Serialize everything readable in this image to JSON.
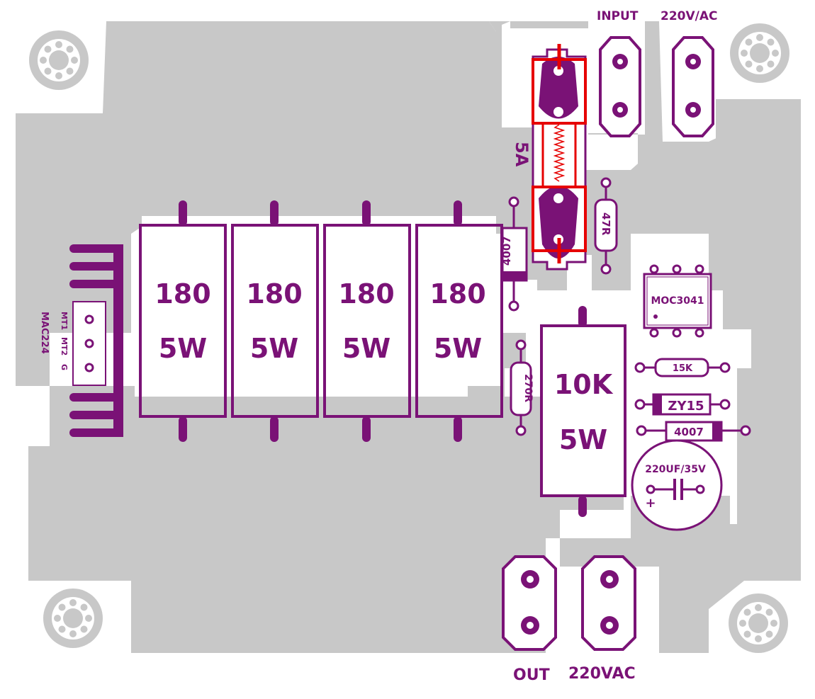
{
  "colors": {
    "board": "#c8c8c8",
    "copper": "#7a1276",
    "white": "#ffffff",
    "fuse_highlight": "#e60000"
  },
  "labels": {
    "input": "INPUT",
    "input_voltage": "220V/AC",
    "fuse_rating": "5A",
    "resistor_47r": "47R",
    "diode_top": "4007",
    "power_res_value": "180",
    "power_res_watts": "5W",
    "opto": "MOC3041",
    "res_10k_value": "10K",
    "res_10k_watts": "5W",
    "res_15k": "15K",
    "zener": "ZY15",
    "diode_bottom": "4007",
    "res_270r": "270R",
    "capacitor": "220UF/35V",
    "cap_plus": "+",
    "triac": "MAC224",
    "triac_mt1": "MT1",
    "triac_mt2": "MT2",
    "triac_g": "G",
    "out_label": "OUT",
    "out_voltage": "220VAC"
  }
}
